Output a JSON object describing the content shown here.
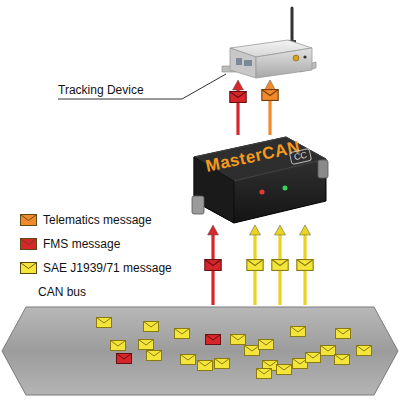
{
  "diagram": {
    "nodes": [
      {
        "text": [
          "Tracking Device"
        ]
      },
      {
        "text": [
          "MasterCAN",
          "CC"
        ]
      },
      {
        "text": [
          "CAN bus"
        ]
      }
    ],
    "edges": [
      {
        "from": 1,
        "to": 0,
        "arrow": "to"
      },
      {
        "from": 1,
        "to": 0,
        "arrow": "to"
      },
      {
        "from": 2,
        "to": 1,
        "arrow": "to"
      },
      {
        "from": 2,
        "to": 1,
        "arrow": "to"
      },
      {
        "from": 2,
        "to": 1,
        "arrow": "to"
      },
      {
        "from": 2,
        "to": 1,
        "arrow": "to"
      }
    ],
    "legend": [
      {
        "text": "Telematics message",
        "color": "#f08a2c"
      },
      {
        "text": "FMS message",
        "color": "#d7262b"
      },
      {
        "text": "SAE J1939/71 message",
        "color": "#f4e53a"
      }
    ]
  }
}
